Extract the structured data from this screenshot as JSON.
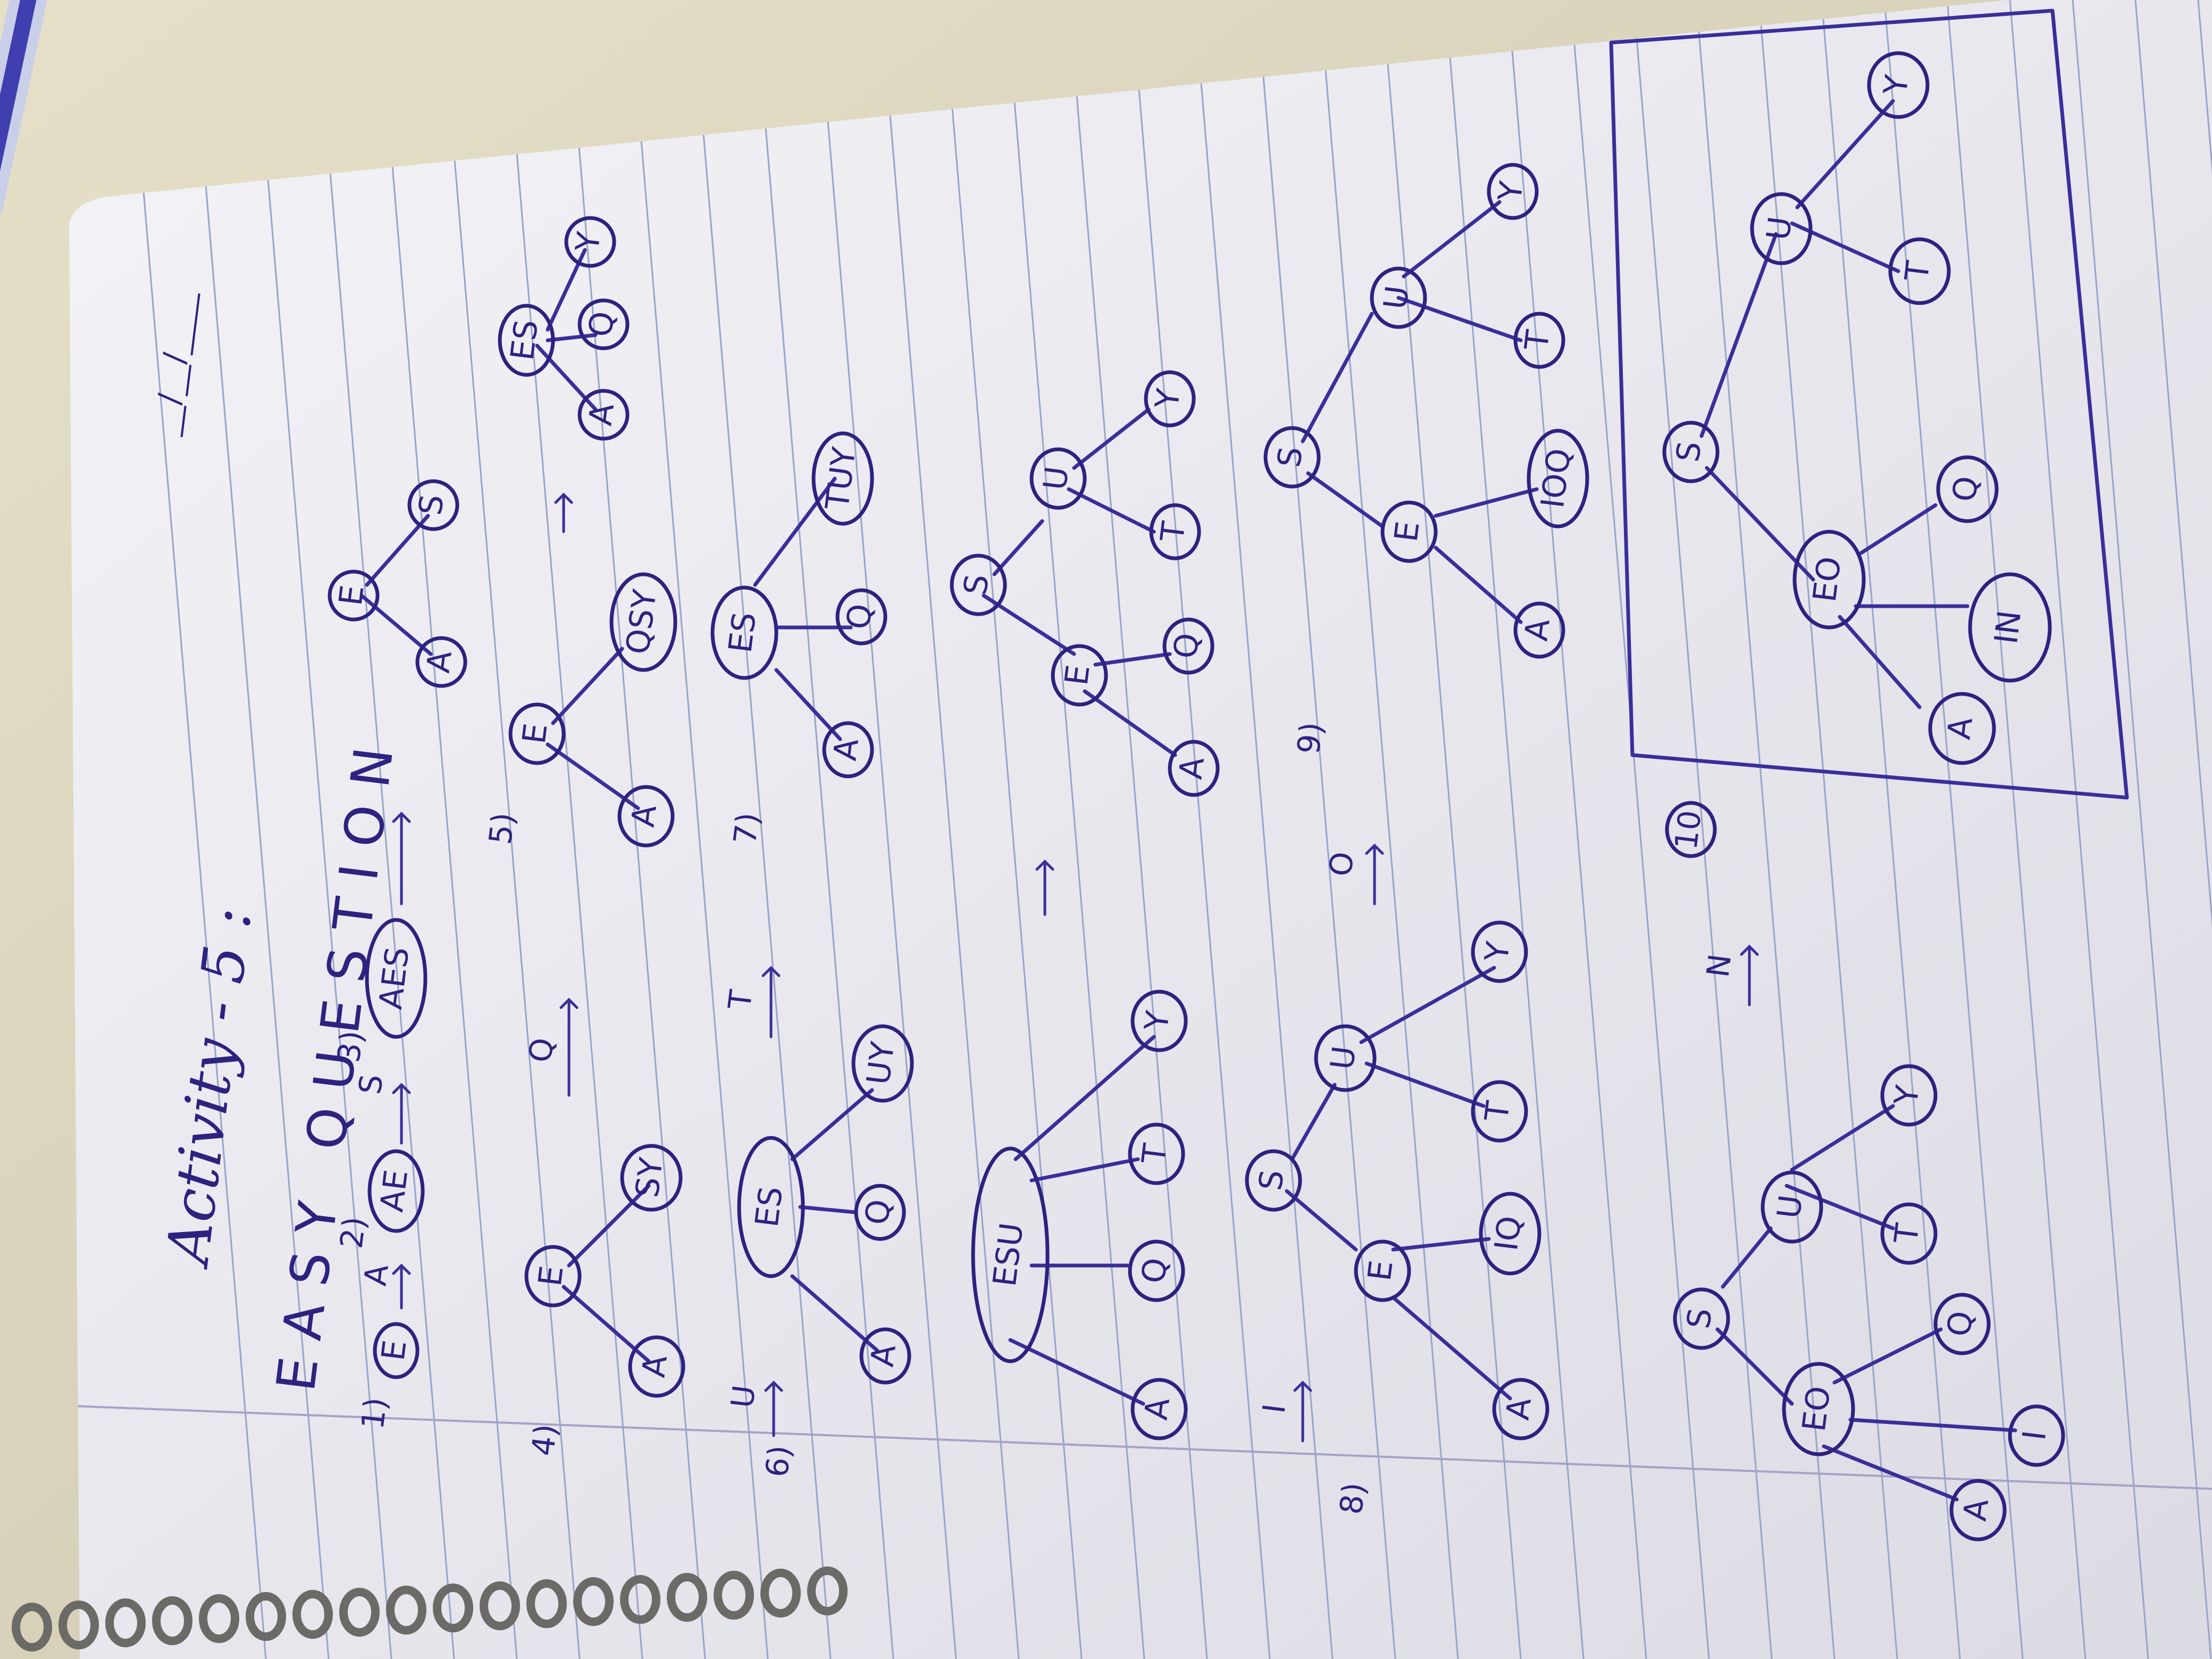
{
  "title": "Activity - 5 :",
  "heading": "EASY QUESTION",
  "date_field": "__/__/____",
  "steps": {
    "s1": "1)",
    "s2": "2)",
    "s3": "3)",
    "s4": "4)",
    "s5": "5)",
    "s6": "6)",
    "s7": "7)",
    "s8": "8)",
    "s9": "9)",
    "s10": "10"
  },
  "arrows": {
    "a_A": "A",
    "a_S": "S",
    "a_Q": "Q",
    "a_U": "U",
    "a_T": "T",
    "a_I": "I",
    "a_O": "O",
    "a_N": "N"
  },
  "nodes": {
    "E": "E",
    "A": "A",
    "S": "S",
    "AE": "AE",
    "AES": "AES",
    "SY": "SY",
    "QSY": "QSY",
    "ES": "ES",
    "Q": "Q",
    "Y": "Y",
    "UY": "UY",
    "TUY": "TUY",
    "ESU": "ESU",
    "T": "T",
    "U": "U",
    "IQ": "IQ",
    "IOQ": "IOQ",
    "EO": "EO",
    "I": "I",
    "IN": "IN"
  },
  "colors": {
    "ink": "#2d2280",
    "paper": "#f2f0f4",
    "rule": "#9aa3c8",
    "desk": "#d8d2c3"
  }
}
